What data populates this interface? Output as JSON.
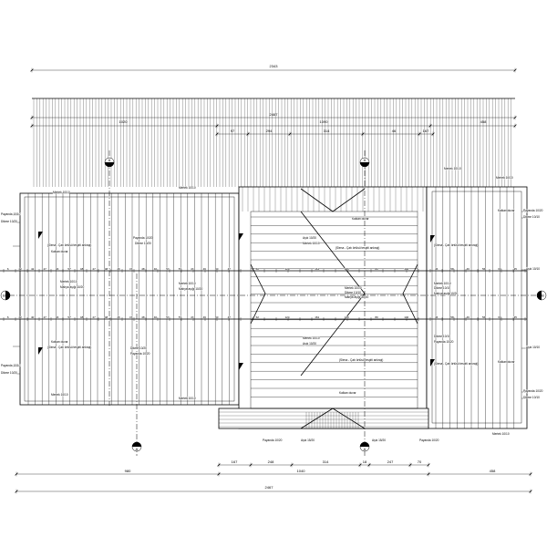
{
  "colors": {
    "line": "#000000",
    "background": "#ffffff"
  },
  "dimensions": {
    "top_total": "2343",
    "overall": "2467",
    "segments_top": [
      "1020",
      "1090",
      "458"
    ],
    "segments_top_detail": [
      "97",
      "294",
      "314",
      "46",
      "167"
    ],
    "segments_bottom_detail": [
      "167",
      "248",
      "314",
      "18",
      "247",
      "70"
    ],
    "segments_bottom": [
      "980",
      "1040",
      "458"
    ],
    "bottom_total": "2467"
  },
  "spacing": {
    "upper_left": [
      "6",
      "22",
      "42",
      "47",
      "46",
      "57",
      "48",
      "47",
      "48",
      "46",
      "47",
      "48",
      "40",
      "57",
      "57",
      "47",
      "46",
      "60",
      "47"
    ],
    "upper_center": [
      "60",
      "124",
      "161",
      "146",
      "80",
      "140"
    ],
    "upper_right": [
      "46",
      "58",
      "46",
      "56",
      "60",
      "35"
    ],
    "lower_left": [
      "6",
      "22",
      "40",
      "47",
      "46",
      "57",
      "48",
      "47",
      "48",
      "46",
      "47",
      "48",
      "40",
      "57",
      "57",
      "47",
      "46",
      "60",
      "47"
    ],
    "lower_center": [
      "62",
      "124",
      "161",
      "146",
      "80",
      "140"
    ],
    "lower_right": [
      "46",
      "58",
      "46",
      "56",
      "60",
      "35"
    ]
  },
  "markers": {
    "top_left": "A",
    "top_right": "A",
    "bottom_left": "A",
    "bottom_right": "A",
    "left": "B",
    "right": "B"
  },
  "labels": [
    "Mertek 10/10",
    "Mertek 10/10",
    "Payanda 10/10",
    "Dikme 10/20",
    "(Siena - Çatı örtüsü tespiti ankrajı)",
    "Kalkan duvar",
    "Payanda 10/20",
    "Dikme 10/20",
    "Mertek 10/10",
    "Mahya aşığı 10/20",
    "Mertek 10/10",
    "Mahya aşığı 10/20",
    "Dikme 10/20",
    "Payanda 10/20",
    "Kalkan duvar",
    "(Siena - Çatı örtüsü tespiti ankrajı)",
    "Payanda 10/10",
    "Dikme 10/20",
    "Mertek 10/10",
    "Mertek 10/10",
    "Kalkan duvar",
    "Aşık 10/20",
    "Mertek 10/10",
    "(Siena - Çatı örtüsü tespiti ankrajı)",
    "Mertek 10/10",
    "Dikme 10/10",
    "Mahya aşığı 10/20",
    "Mertek 10/10",
    "Aşık 10/20",
    "(Siena - Çatı örtüsü tespiti ankrajı)",
    "Kalkan duvar",
    "(Siena - Çatı örtüsü tespiti ankrajı)",
    "Kalkan duvar",
    "Mertek 10/10",
    "Dikme 10/10",
    "Mahya aşığı 10/20",
    "Dikme 10/10",
    "Payanda 10/20",
    "(Siena - Çatı örtüsü tespiti ankrajı)",
    "Kalkan duvar",
    "Mertek 10/10",
    "Mertek 10/10",
    "Mertek 10/10",
    "Payanda 10/20",
    "Dikme 10/10",
    "Aşık 10/10",
    "Aşık 10/10",
    "Payanda 10/20",
    "Dikme 10/10",
    "Payanda 10/20",
    "Aşık 15/20",
    "Aşık 15/20",
    "Payanda 10/20"
  ]
}
